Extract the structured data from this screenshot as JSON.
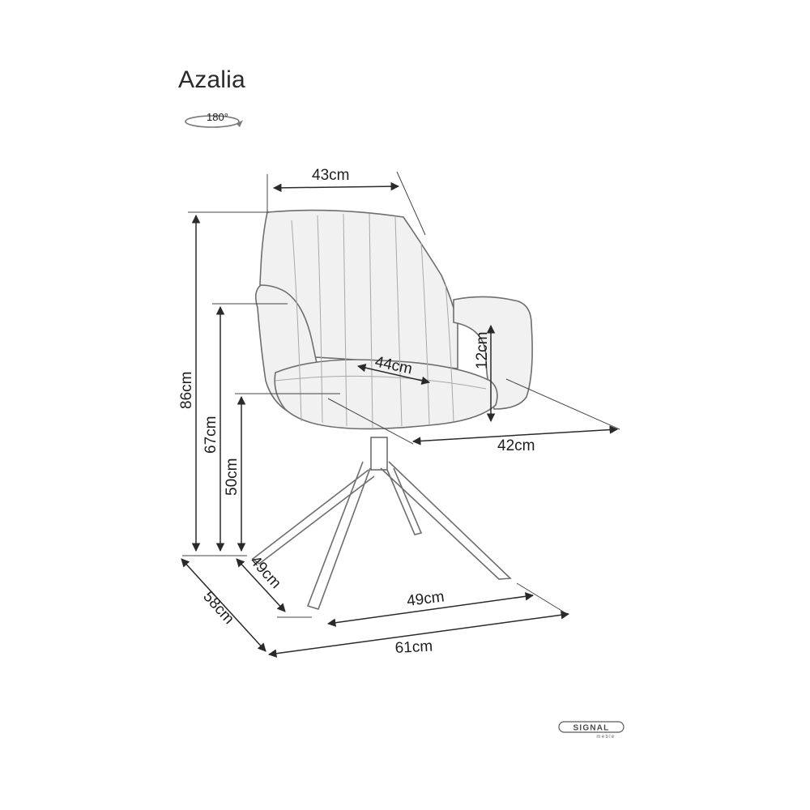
{
  "product": {
    "name": "Azalia",
    "rotation_label": "180°"
  },
  "dimensions": {
    "top_width": "43cm",
    "seat_width": "44cm",
    "seat_depth": "42cm",
    "armrest_height": "12cm",
    "total_height": "86cm",
    "armrest_from_floor": "67cm",
    "seat_height": "50cm",
    "base_depth": "49cm",
    "base_width": "49cm",
    "total_depth": "58cm",
    "total_width": "61cm"
  },
  "brand": {
    "name": "SIGNAL",
    "tagline": "meble"
  }
}
